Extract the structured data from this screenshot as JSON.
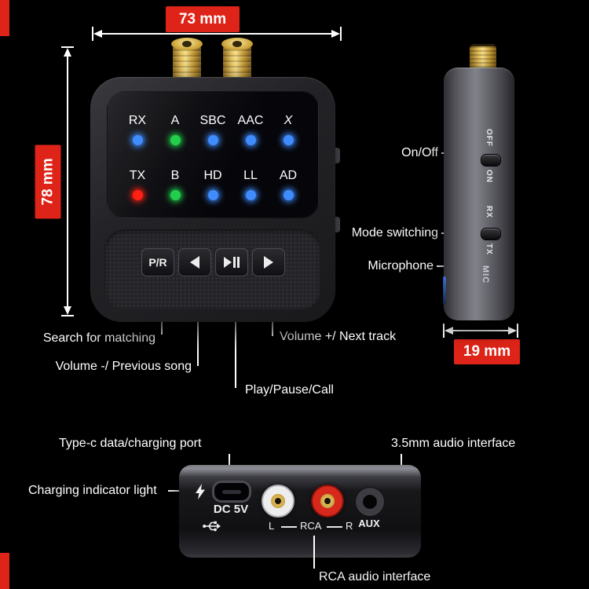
{
  "colors": {
    "accent_red": "#de2318",
    "led_blue": "#3f8cff",
    "led_green": "#22cf4b",
    "led_red": "#ff2012",
    "gold": "#d9b24a"
  },
  "dimensions": {
    "width": "73 mm",
    "height": "78 mm",
    "depth": "19 mm"
  },
  "front": {
    "leds": {
      "row1": [
        {
          "label": "RX",
          "color": "#3f8cff"
        },
        {
          "label": "A",
          "color": "#22cf4b"
        },
        {
          "label": "SBC",
          "color": "#3f8cff"
        },
        {
          "label": "AAC",
          "color": "#3f8cff"
        },
        {
          "label": "X",
          "color": "#3f8cff"
        }
      ],
      "row2": [
        {
          "label": "TX",
          "color": "#ff2012"
        },
        {
          "label": "B",
          "color": "#22cf4b"
        },
        {
          "label": "HD",
          "color": "#3f8cff"
        },
        {
          "label": "LL",
          "color": "#3f8cff"
        },
        {
          "label": "AD",
          "color": "#3f8cff"
        }
      ]
    },
    "pair_button_label": "P/R",
    "icons": {
      "previous": "previous-track-icon",
      "play_pause": "play-pause-icon",
      "next": "next-track-icon"
    }
  },
  "side": {
    "power_label": "On/Off",
    "mode_label": "Mode switching",
    "mic_label": "Microphone",
    "power_switch": {
      "top": "OFF",
      "bottom": "ON"
    },
    "mode_switch": {
      "top": "RX",
      "bottom": "TX"
    },
    "mic_text": "MIC"
  },
  "callouts": {
    "pair": "Search for matching",
    "previous": "Volume -/ Previous song",
    "next": "Volume +/ Next track",
    "play": "Play/Pause/Call"
  },
  "bottom": {
    "typec_label": "Type-c data/charging port",
    "charge_led_label": "Charging indicator light",
    "aux_label_callout": "3.5mm audio interface",
    "rca_label_callout": "RCA audio interface",
    "dc_text": "DC 5V",
    "left_channel": "L",
    "rca_text": "RCA",
    "right_channel": "R",
    "aux_text": "AUX",
    "icons": {
      "charging": "lightning-icon",
      "usb": "usb-trident-icon"
    }
  }
}
